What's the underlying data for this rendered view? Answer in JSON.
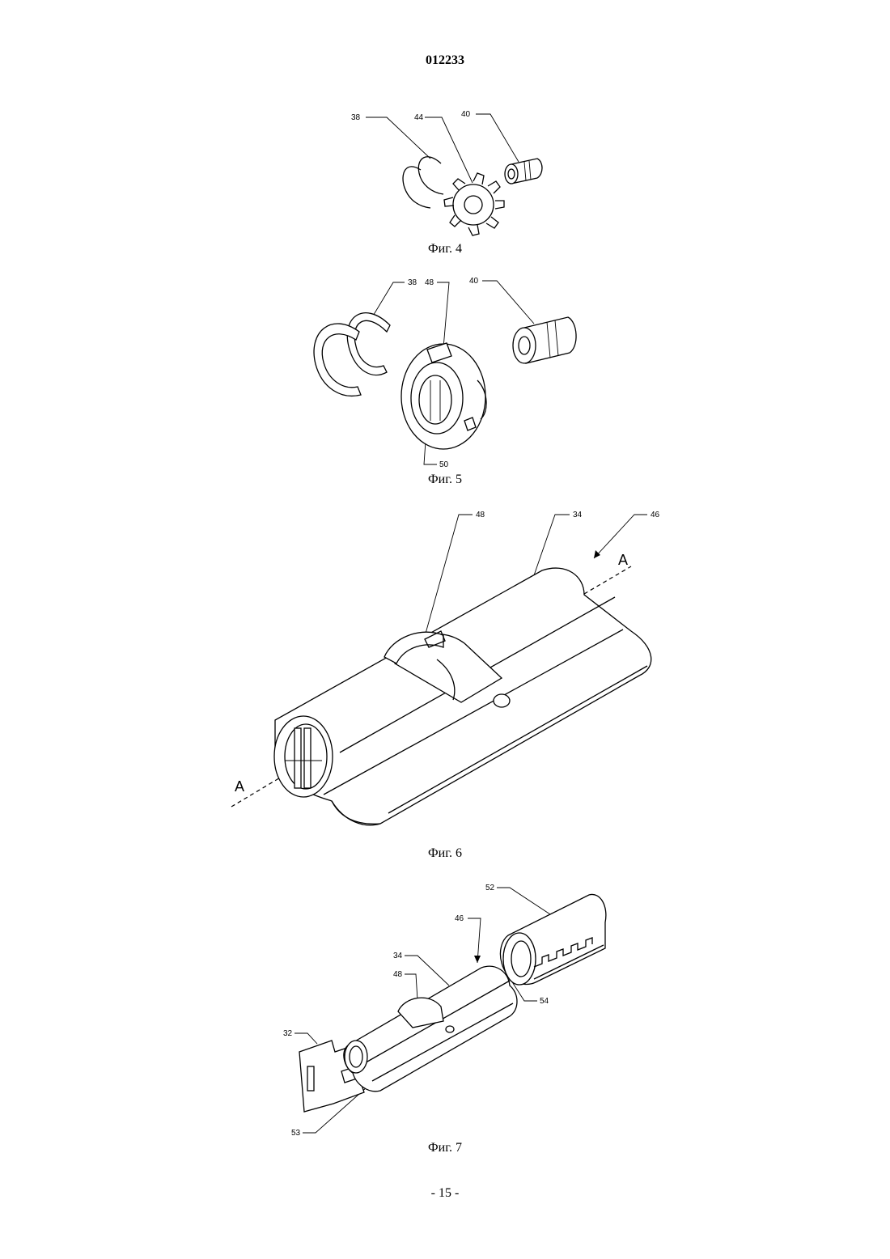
{
  "header": {
    "doc_number": "012233"
  },
  "figures": [
    {
      "caption": "Фиг. 4",
      "labels": [
        "38",
        "44",
        "40"
      ]
    },
    {
      "caption": "Фиг. 5",
      "labels": [
        "38",
        "48",
        "40",
        "50"
      ]
    },
    {
      "caption": "Фиг. 6",
      "labels": [
        "48",
        "34",
        "46"
      ],
      "section_marks": [
        "A",
        "A"
      ]
    },
    {
      "caption": "Фиг. 7",
      "labels": [
        "52",
        "46",
        "34",
        "48",
        "54",
        "32",
        "53"
      ]
    }
  ],
  "footer": {
    "page_label": "- 15 -"
  }
}
